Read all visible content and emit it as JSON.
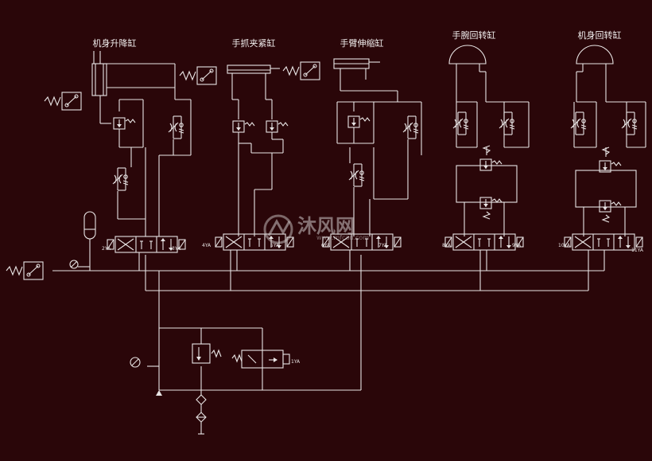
{
  "titles": {
    "lift_cylinder": "机身升降缸",
    "clamp_cylinder": "手抓夹紧缸",
    "extend_cylinder": "手臂伸缩缸",
    "wrist_rotate": "手腕回转缸",
    "body_rotate": "机身回转缸"
  },
  "solenoids": [
    "2YA",
    "3YA",
    "4YA",
    "5YA",
    "6YA",
    "7YA",
    "8YA",
    "9YA",
    "10YA",
    "11YA",
    "1YA"
  ],
  "watermark": {
    "brand": "沐风网",
    "url": "www.mfcad.com"
  },
  "colors": {
    "background": "#2a0609",
    "line": "#e8e4e4"
  }
}
